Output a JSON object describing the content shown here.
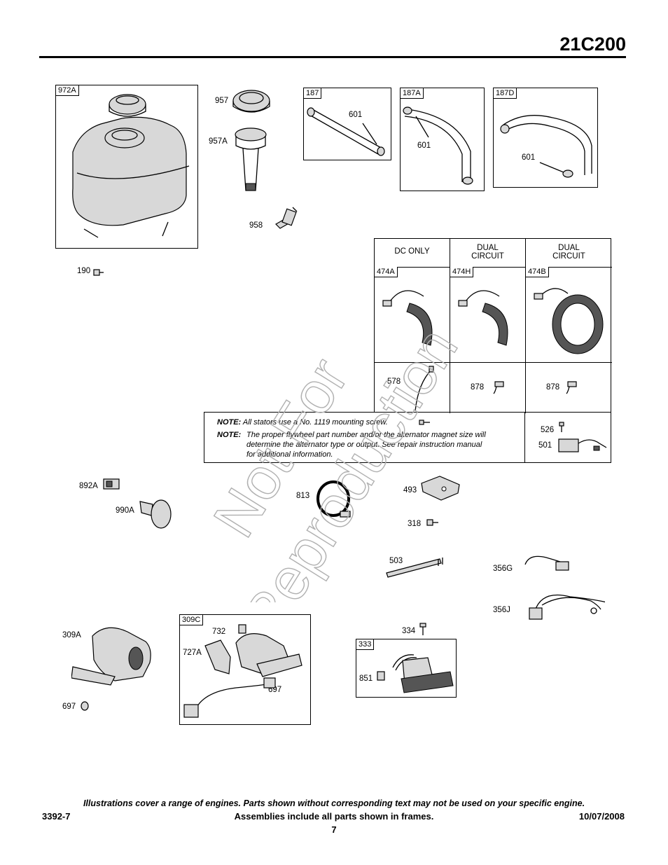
{
  "header": {
    "model": "21C200"
  },
  "parts": {
    "p972A": "972A",
    "p957": "957",
    "p957A": "957A",
    "p958": "958",
    "p190": "190",
    "p187": "187",
    "p187A": "187A",
    "p187D": "187D",
    "p601": "601",
    "p474A": "474A",
    "p474H": "474H",
    "p474B": "474B",
    "p578": "578",
    "p878": "878",
    "p526": "526",
    "p501": "501",
    "p892A": "892A",
    "p990A": "990A",
    "p813": "813",
    "p493": "493",
    "p318": "318",
    "p503": "503",
    "p356G": "356G",
    "p356J": "356J",
    "p309A": "309A",
    "p697": "697",
    "p309C": "309C",
    "p732": "732",
    "p727A": "727A",
    "p334": "334",
    "p333": "333",
    "p851": "851"
  },
  "stator_table": {
    "col1": "DC ONLY",
    "col2_line1": "DUAL",
    "col2_line2": "CIRCUIT",
    "col3_line1": "DUAL",
    "col3_line2": "CIRCUIT"
  },
  "notes": {
    "label": "NOTE:",
    "note1_pre": "All stators use a No.",
    "note1_num": "1119",
    "note1_post": "mounting screw.",
    "note2_line1": "The proper flywheel part number and/or the alternator magnet size will",
    "note2_line2": "determine the alternator type or output. See repair instruction manual",
    "note2_line3": "for additional information."
  },
  "watermark": {
    "line1": "Not For",
    "line2": "Reproduction"
  },
  "footer": {
    "disclaimer": "Illustrations cover a range of engines. Parts shown without corresponding text may not be used on your specific engine.",
    "doc_number": "3392-7",
    "assemblies": "Assemblies include all parts shown in frames.",
    "date": "10/07/2008",
    "page": "7"
  }
}
